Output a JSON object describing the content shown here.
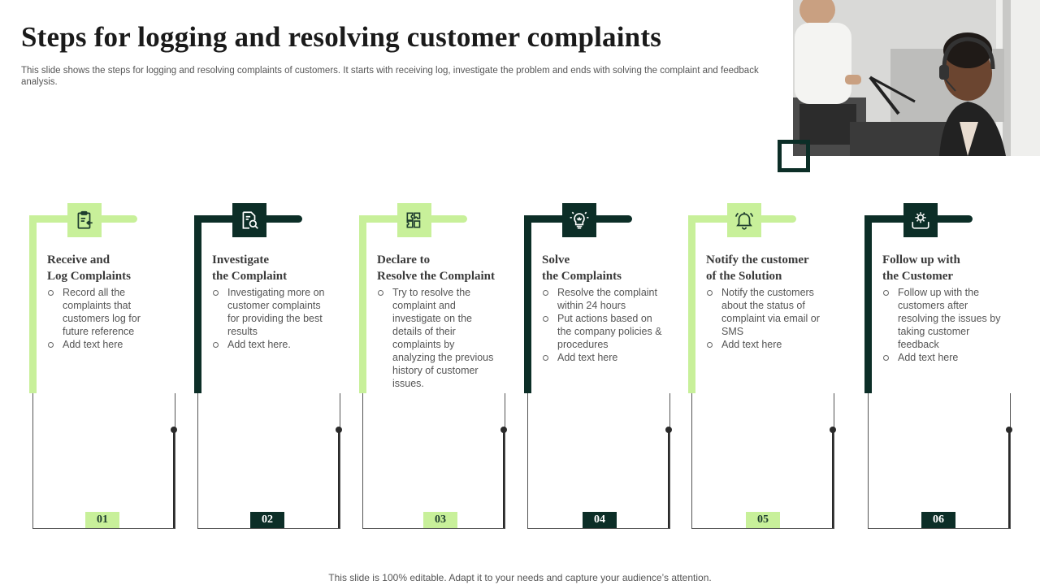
{
  "title": "Steps for logging and resolving customer complaints",
  "subtitle": "This slide shows the steps for logging and resolving complaints of customers. It starts with receiving log, investigate the problem and ends with solving the complaint and feedback analysis.",
  "footer": "This slide is 100% editable. Adapt it to your needs and capture your audience’s attention.",
  "colors": {
    "accent_light": "#c8f09a",
    "accent_dark": "#0c2e27",
    "text": "#555555"
  },
  "photo": {
    "description_icon": "support-team-photo"
  },
  "steps": [
    {
      "number": "01",
      "heading": "Receive and\nLog Complaints",
      "icon": "clipboard-icon",
      "bullets": [
        "Record all the complaints that customers log for future reference",
        "Add text here"
      ]
    },
    {
      "number": "02",
      "heading": "Investigate\nthe Complaint",
      "icon": "document-search-icon",
      "bullets": [
        "Investigating more on customer complaints for providing the best results",
        "Add text here."
      ]
    },
    {
      "number": "03",
      "heading": "Declare to\nResolve the Complaint",
      "icon": "puzzle-icon",
      "bullets": [
        "Try to resolve the complaint and investigate on the details of their complaints by analyzing the previous history of customer issues."
      ]
    },
    {
      "number": "04",
      "heading": "Solve\nthe Complaints",
      "icon": "lightbulb-icon",
      "bullets": [
        "Resolve the complaint within 24 hours",
        "Put actions based on the company policies & procedures",
        "Add text here"
      ]
    },
    {
      "number": "05",
      "heading": "Notify the customer\nof the Solution",
      "icon": "bell-icon",
      "bullets": [
        "Notify the customers about the status of complaint via email or SMS",
        "Add text here"
      ]
    },
    {
      "number": "06",
      "heading": "Follow up with\nthe Customer",
      "icon": "hand-gear-icon",
      "bullets": [
        "Follow up with the customers after resolving the issues by taking customer feedback",
        "Add text here"
      ]
    }
  ]
}
